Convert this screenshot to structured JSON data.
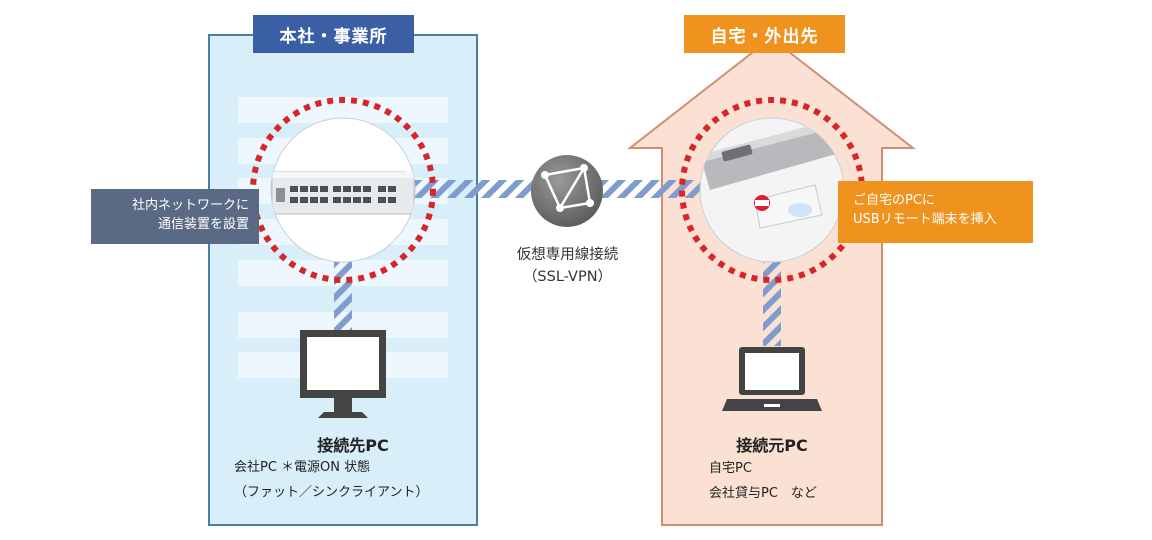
{
  "office": {
    "badge": "本社・事業所",
    "callout_line1": "社内ネットワークに",
    "callout_line2": "通信装置を設置",
    "pc_title": "接続先PC",
    "pc_line1": "会社PC ＊電源ON 状態",
    "pc_line2": "（ファット／シンクライアント）"
  },
  "home": {
    "badge": "自宅・外出先",
    "callout_line1": "ご自宅のPCに",
    "callout_line2": "USBリモート端末を挿入",
    "pc_title": "接続元PC",
    "pc_line1": "自宅PC",
    "pc_line2": "会社貸与PC　など"
  },
  "connection": {
    "label_line1": "仮想専用線接続",
    "label_line2": "（SSL-VPN）"
  },
  "colors": {
    "office_fill": "#d8eef9",
    "office_border": "#4a7fa5",
    "office_badge": "#3b5fa5",
    "home_fill": "#fbe1d3",
    "home_border": "#d08e73",
    "home_badge": "#f0931e",
    "highlight_ring": "#d6262a",
    "callout_gray": "#5a6a85",
    "callout_orange": "#f0931e"
  }
}
